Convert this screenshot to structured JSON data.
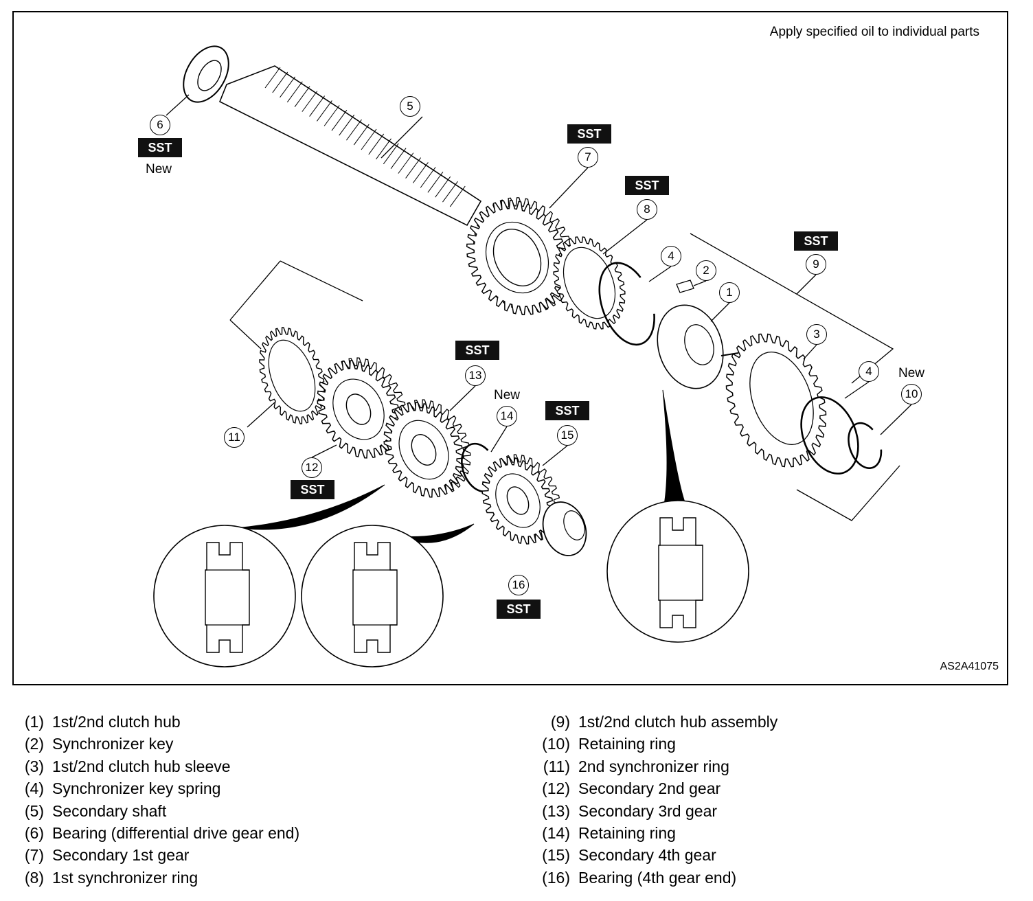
{
  "figure": {
    "note": "Apply specified oil to individual parts",
    "ref_code": "AS2A41075",
    "callouts": [
      {
        "num": "6",
        "sst": "SST",
        "new": "New"
      },
      {
        "num": "5"
      },
      {
        "num": "7",
        "sst": "SST"
      },
      {
        "num": "8",
        "sst": "SST"
      },
      {
        "num": "4"
      },
      {
        "num": "2"
      },
      {
        "num": "1"
      },
      {
        "num": "9",
        "sst": "SST"
      },
      {
        "num": "3"
      },
      {
        "num": "4"
      },
      {
        "num": "10",
        "new": "New"
      },
      {
        "num": "11"
      },
      {
        "num": "12",
        "sst": "SST"
      },
      {
        "num": "13",
        "sst": "SST"
      },
      {
        "num": "14",
        "new": "New"
      },
      {
        "num": "15",
        "sst": "SST"
      },
      {
        "num": "16",
        "sst": "SST"
      }
    ]
  },
  "legend": {
    "left": [
      {
        "num": "(1)",
        "text": "1st/2nd clutch hub"
      },
      {
        "num": "(2)",
        "text": "Synchronizer key"
      },
      {
        "num": "(3)",
        "text": "1st/2nd clutch hub sleeve"
      },
      {
        "num": "(4)",
        "text": "Synchronizer key spring"
      },
      {
        "num": "(5)",
        "text": "Secondary shaft"
      },
      {
        "num": "(6)",
        "text": "Bearing (differential drive gear end)"
      },
      {
        "num": "(7)",
        "text": "Secondary 1st gear"
      },
      {
        "num": "(8)",
        "text": "1st synchronizer ring"
      }
    ],
    "right": [
      {
        "num": "(9)",
        "text": "1st/2nd clutch hub assembly"
      },
      {
        "num": "(10)",
        "text": "Retaining ring"
      },
      {
        "num": "(11)",
        "text": "2nd synchronizer ring"
      },
      {
        "num": "(12)",
        "text": "Secondary 2nd gear"
      },
      {
        "num": "(13)",
        "text": "Secondary 3rd gear"
      },
      {
        "num": "(14)",
        "text": "Retaining ring"
      },
      {
        "num": "(15)",
        "text": "Secondary 4th gear"
      },
      {
        "num": "(16)",
        "text": "Bearing (4th gear end)"
      }
    ]
  }
}
